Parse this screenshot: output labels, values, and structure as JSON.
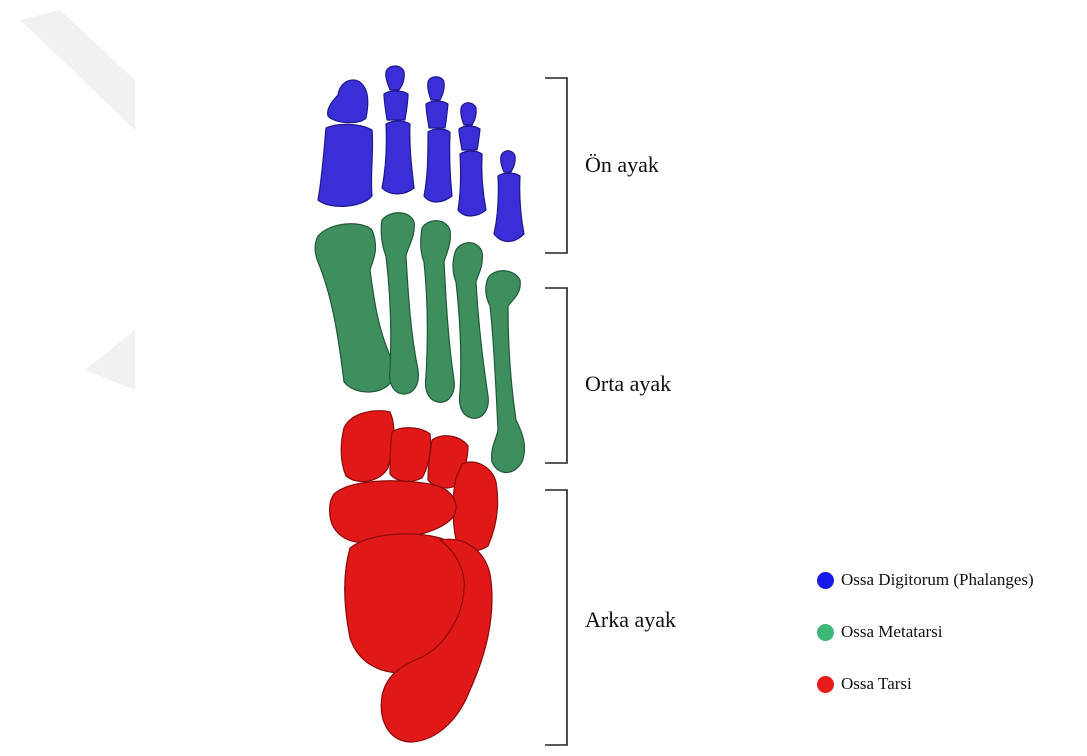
{
  "colors": {
    "phalanges": "#3a2fd6",
    "phalanges_stroke": "#1e178a",
    "metatarsi": "#3f8f5e",
    "metatarsi_stroke": "#21573a",
    "tarsi": "#e01818",
    "tarsi_stroke": "#8a0b0b",
    "bracket": "#222222",
    "watermark": "#f1f1f1"
  },
  "regions": {
    "forefoot": "Ön ayak",
    "midfoot": "Orta ayak",
    "hindfoot": "Arka ayak"
  },
  "legend": [
    {
      "label": "Ossa Digitorum (Phalanges)",
      "color": "#1a1ae6"
    },
    {
      "label": "Ossa Metatarsi",
      "color": "#3cb878"
    },
    {
      "label": "Ossa Tarsi",
      "color": "#e81b1b"
    }
  ]
}
